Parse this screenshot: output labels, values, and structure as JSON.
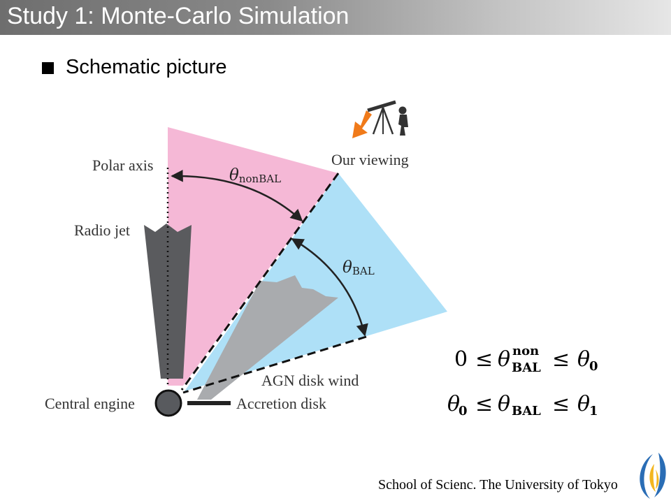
{
  "slide": {
    "title": "Study 1: Monte-Carlo Simulation",
    "bullet": "Schematic picture"
  },
  "diagram": {
    "labels": {
      "polar_axis": "Polar axis",
      "radio_jet": "Radio jet",
      "our_viewing": "Our viewing",
      "agn_disk_wind": "AGN disk wind",
      "central_engine": "Central engine",
      "accretion_disk": "Accretion disk"
    },
    "angles": {
      "theta_nonbal": {
        "symbol": "θ",
        "subscript": "nonBAL"
      },
      "theta_bal": {
        "symbol": "θ",
        "subscript": "BAL"
      }
    },
    "colors": {
      "nonbal_region": "#f5b8d6",
      "bal_region": "#aee0f7",
      "radio_jet": "#5a5b5e",
      "disk_wind": "#a9abae",
      "central_engine": "#585a5e",
      "viewing_arrow": "#f07a1a"
    },
    "icons": [
      "telescope-observer-icon",
      "orange-arrow-icon"
    ]
  },
  "equations": {
    "eq1": {
      "lhs": "0",
      "rel1": "≤",
      "var": "θ",
      "sup": "non",
      "sub": "BAL",
      "rel2": "≤",
      "rhs": "θ",
      "rhs_sub": "0"
    },
    "eq2": {
      "lhs": "θ",
      "lhs_sub": "0",
      "rel1": "≤",
      "var": "θ",
      "sub": "BAL",
      "rel2": "≤",
      "rhs": "θ",
      "rhs_sub": "1"
    }
  },
  "footer": {
    "text": "School of Scienc. The University of Tokyo",
    "logo": "university-logo-icon"
  }
}
